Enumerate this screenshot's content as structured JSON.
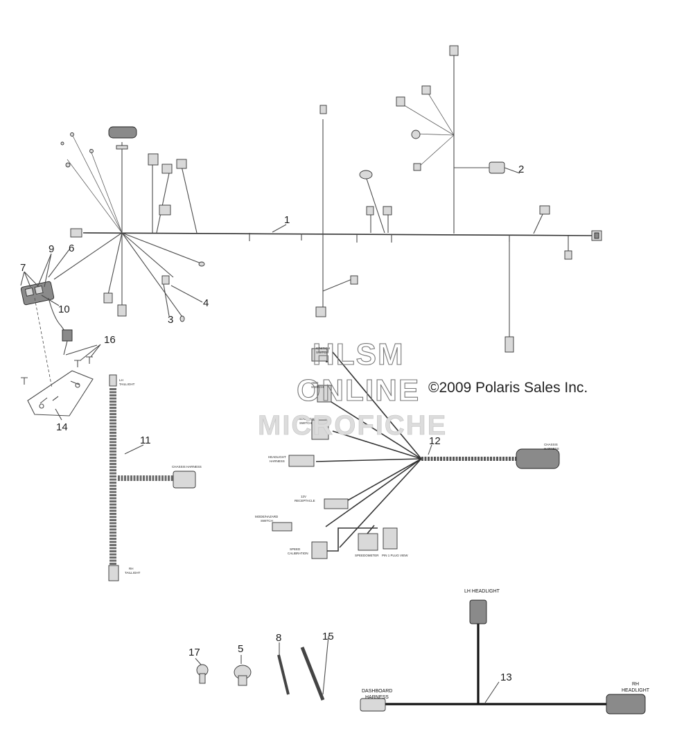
{
  "callouts": [
    "1",
    "2",
    "3",
    "4",
    "5",
    "6",
    "7",
    "8",
    "9",
    "10",
    "11",
    "12",
    "13",
    "14",
    "15",
    "16",
    "17"
  ],
  "watermark": {
    "line1": "HLSM",
    "line2": "ONLINE",
    "line3": "MICROFICHE"
  },
  "copyright": "©2009 Polaris Sales Inc.",
  "labels": {
    "lh_headlight": "LH HEADLIGHT",
    "rh_headlight_1": "RH",
    "rh_headlight_2": "HEADLIGHT",
    "dashboard_harness_1": "DASHBOARD",
    "dashboard_harness_2": "HARNESS",
    "lh_taillight_1": "LH",
    "lh_taillight_2": "TAILLIGHT",
    "rh_taillight_1": "RH",
    "rh_taillight_2": "TAILLIGHT",
    "chassis_harness_11": "CHASSIS HARNESS",
    "chassis_harness_12_1": "CHASSIS",
    "chassis_harness_12_2": "HARNESS",
    "ignition_switch_1": "IGNITION",
    "ignition_switch_2": "SWITCH",
    "aws_switch_1": "AWD",
    "aws_switch_2": "SWITCH",
    "headlight_switch_1": "HEADLIGHT",
    "headlight_switch_2": "SWITCH",
    "headlight_harness_1": "HEADLIGHT",
    "headlight_harness_2": "HARNESS",
    "receptacle_1": "12V",
    "receptacle_2": "RECEPTACLE",
    "mode_switch_1": "MODE/HAZARD",
    "mode_switch_2": "SWITCH",
    "speed_1": "SPEED",
    "speed_2": "CALIBRATION",
    "speedometer": "SPEEDOMETER",
    "harness_plug": "PIN 1 PLUG VIEW"
  },
  "colors": {
    "wire": "#4a4a4a",
    "heavy_wire": "#111111",
    "connector": "#d9d9d9",
    "watermark": "#777777"
  }
}
